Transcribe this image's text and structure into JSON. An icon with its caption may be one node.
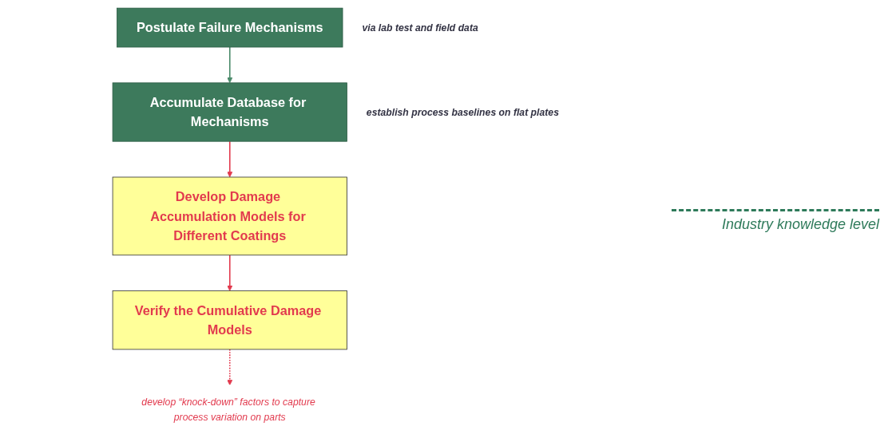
{
  "diagram": {
    "nodes": [
      {
        "text": [
          "Postulate Failure Mechanisms"
        ],
        "beside": [
          "via lab test and field data"
        ]
      },
      {
        "text": [
          "Accumulate Database for Mechanisms"
        ],
        "beside": [
          "establish process baselines on flat plates"
        ]
      },
      {
        "text": [
          "Develop Damage Accumulation Models for Different Coatings"
        ]
      },
      {
        "text": [
          "Verify the Cumulative Damage Models"
        ]
      },
      {
        "text": [
          "develop “knock-down” factors to capture process variation on parts"
        ]
      }
    ],
    "edges": [
      {
        "from": 0,
        "to": 1,
        "arrow": "to",
        "color": "#4a8a6a"
      },
      {
        "from": 1,
        "to": 2,
        "arrow": "to"
      },
      {
        "from": 2,
        "to": 3,
        "arrow": "to"
      },
      {
        "from": 3,
        "to": 4,
        "arrow": "to",
        "style": "dashed"
      }
    ],
    "labels": [
      "Industry knowledge level"
    ]
  }
}
